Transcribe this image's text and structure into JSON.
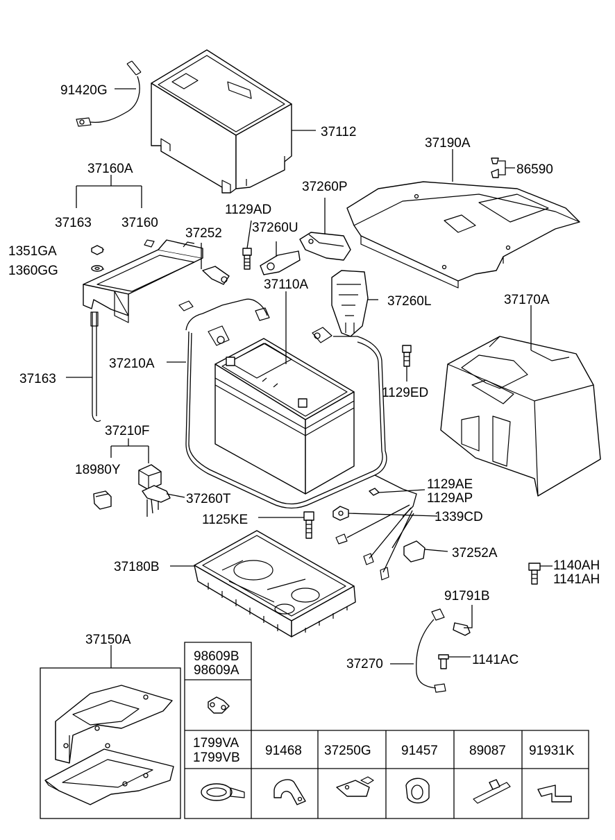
{
  "parts": {
    "p91420G": "91420G",
    "p37112": "37112",
    "p37190A": "37190A",
    "p86590": "86590",
    "p37160A": "37160A",
    "p37163_top": "37163",
    "p37160": "37160",
    "p37260P": "37260P",
    "p1129AD": "1129AD",
    "p37260U": "37260U",
    "p37252": "37252",
    "p1351GA": "1351GA",
    "p1360GG": "1360GG",
    "p37110A": "37110A",
    "p37260L": "37260L",
    "p37170A": "37170A",
    "p37210A": "37210A",
    "p37163_rod": "37163",
    "p1129ED": "1129ED",
    "p37210F": "37210F",
    "p18980Y": "18980Y",
    "p37260T": "37260T",
    "p1129AE": "1129AE",
    "p1129AP": "1129AP",
    "p1125KE": "1125KE",
    "p1339CD": "1339CD",
    "p37252A": "37252A",
    "p37180B": "37180B",
    "p1140AH": "1140AH",
    "p1141AH": "1141AH",
    "p91791B": "91791B",
    "p37150A": "37150A",
    "p37270": "37270",
    "p1141AC": "1141AC"
  },
  "legend_table": {
    "top_cell": [
      "98609B",
      "98609A"
    ],
    "headers": [
      [
        "1799VA",
        "1799VB"
      ],
      [
        "91468"
      ],
      [
        "37250G"
      ],
      [
        "91457"
      ],
      [
        "89087"
      ],
      [
        "91931K"
      ]
    ]
  }
}
